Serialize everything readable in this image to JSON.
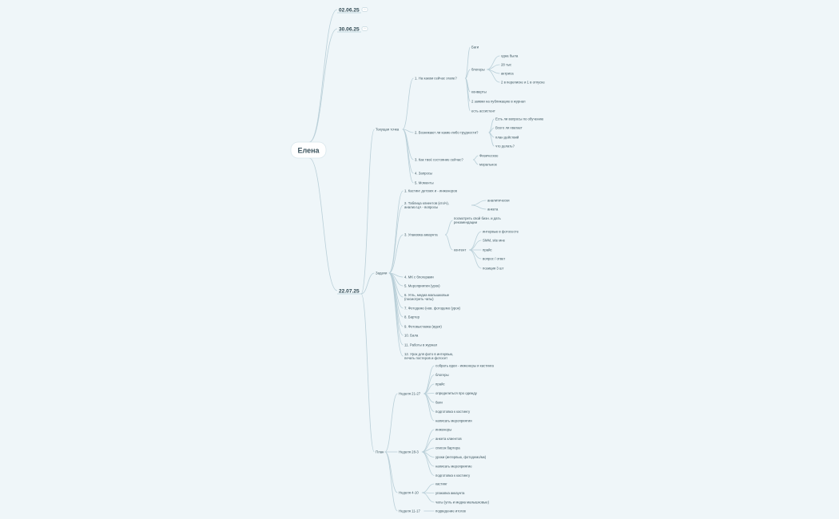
{
  "mindmap": {
    "root": "Елена",
    "dates": [
      {
        "label": "02.06.25",
        "collapsed": true,
        "collapsed_label": "···"
      },
      {
        "label": "30.06.25",
        "collapsed": true,
        "collapsed_label": "···"
      },
      {
        "label": "22.07.25"
      }
    ],
    "current_point": {
      "label": "Текущая точка",
      "q1": {
        "label": "1. На каком сейчас этапе?",
        "items": [
          "Баги",
          "блогеры",
          "конверты",
          "2 заявки на публикацию в журнал",
          "есть ассистент"
        ],
        "bloggers": [
          "одна была",
          "28 тыс",
          "актриса",
          "2 в переписке и 1 в отпуске"
        ]
      },
      "q2": {
        "label": "2. Возникают ли какие-либо трудности?",
        "items": [
          "Есть ли вопросы по обучению",
          "Всего ли хватает",
          "план действий",
          "что делать?"
        ]
      },
      "q3": {
        "label": "3. Как твоё состояние сейчас?",
        "items": [
          "Физическое",
          "моральное"
        ]
      },
      "q4": "4. Запросы",
      "q5": "5. Моменты"
    },
    "tasks": {
      "label": "Задачи",
      "t1": "1. Кастинг детских и - инженеров",
      "t2": {
        "label": "2. Таблица клиентов (кто/ч), анализ ЦА - вопросы",
        "items": [
          "аналитически",
          "анкета"
        ]
      },
      "t3": {
        "label": "3. Упаковка аккаунта",
        "items": [
          "посмотреть свой бизн. и дать рекомендации",
          "контент"
        ],
        "content": [
          "интервью в фотосесте",
          "SMM, site мне",
          "прайс",
          "вопрос / ответ",
          "позиция 3 шт"
        ]
      },
      "rest": [
        "4. МК с блогерами",
        "5. Мероприятия (урок)",
        "6. Угль, медиа малышковые (посмотреть чаты)",
        "7. Фотодемо (нов. фотодемо (урок)",
        "8. Бартер",
        "9. Фотовыставка (идея)",
        "10. Бала",
        "11. Работы в журнал",
        "12. Урок для фото в интервью, печать постеров и фотосет"
      ]
    },
    "plan": {
      "label": "План",
      "weeks": [
        {
          "label": "Неделя 21-27",
          "items": [
            "собрать идеи - инженеры и кастинга",
            "блогеры",
            "прайс",
            "определиться про одежду",
            "баги",
            "подготовка к кастингу",
            "написать мероприятия"
          ]
        },
        {
          "label": "Неделя 28-3",
          "items": [
            "инженеры",
            "анкета клиентов",
            "список бартера",
            "уроки (интервью, фотодемо/мк)",
            "написать мероприятие",
            "подготовка к кастингу"
          ]
        },
        {
          "label": "Неделя 4-10",
          "items": [
            "кастинг",
            "упаковка аккаунта",
            "чаты (угль и медиа малышковые)"
          ]
        },
        {
          "label": "Неделя 11-17",
          "items": [
            "подведение итогов"
          ]
        }
      ]
    }
  }
}
